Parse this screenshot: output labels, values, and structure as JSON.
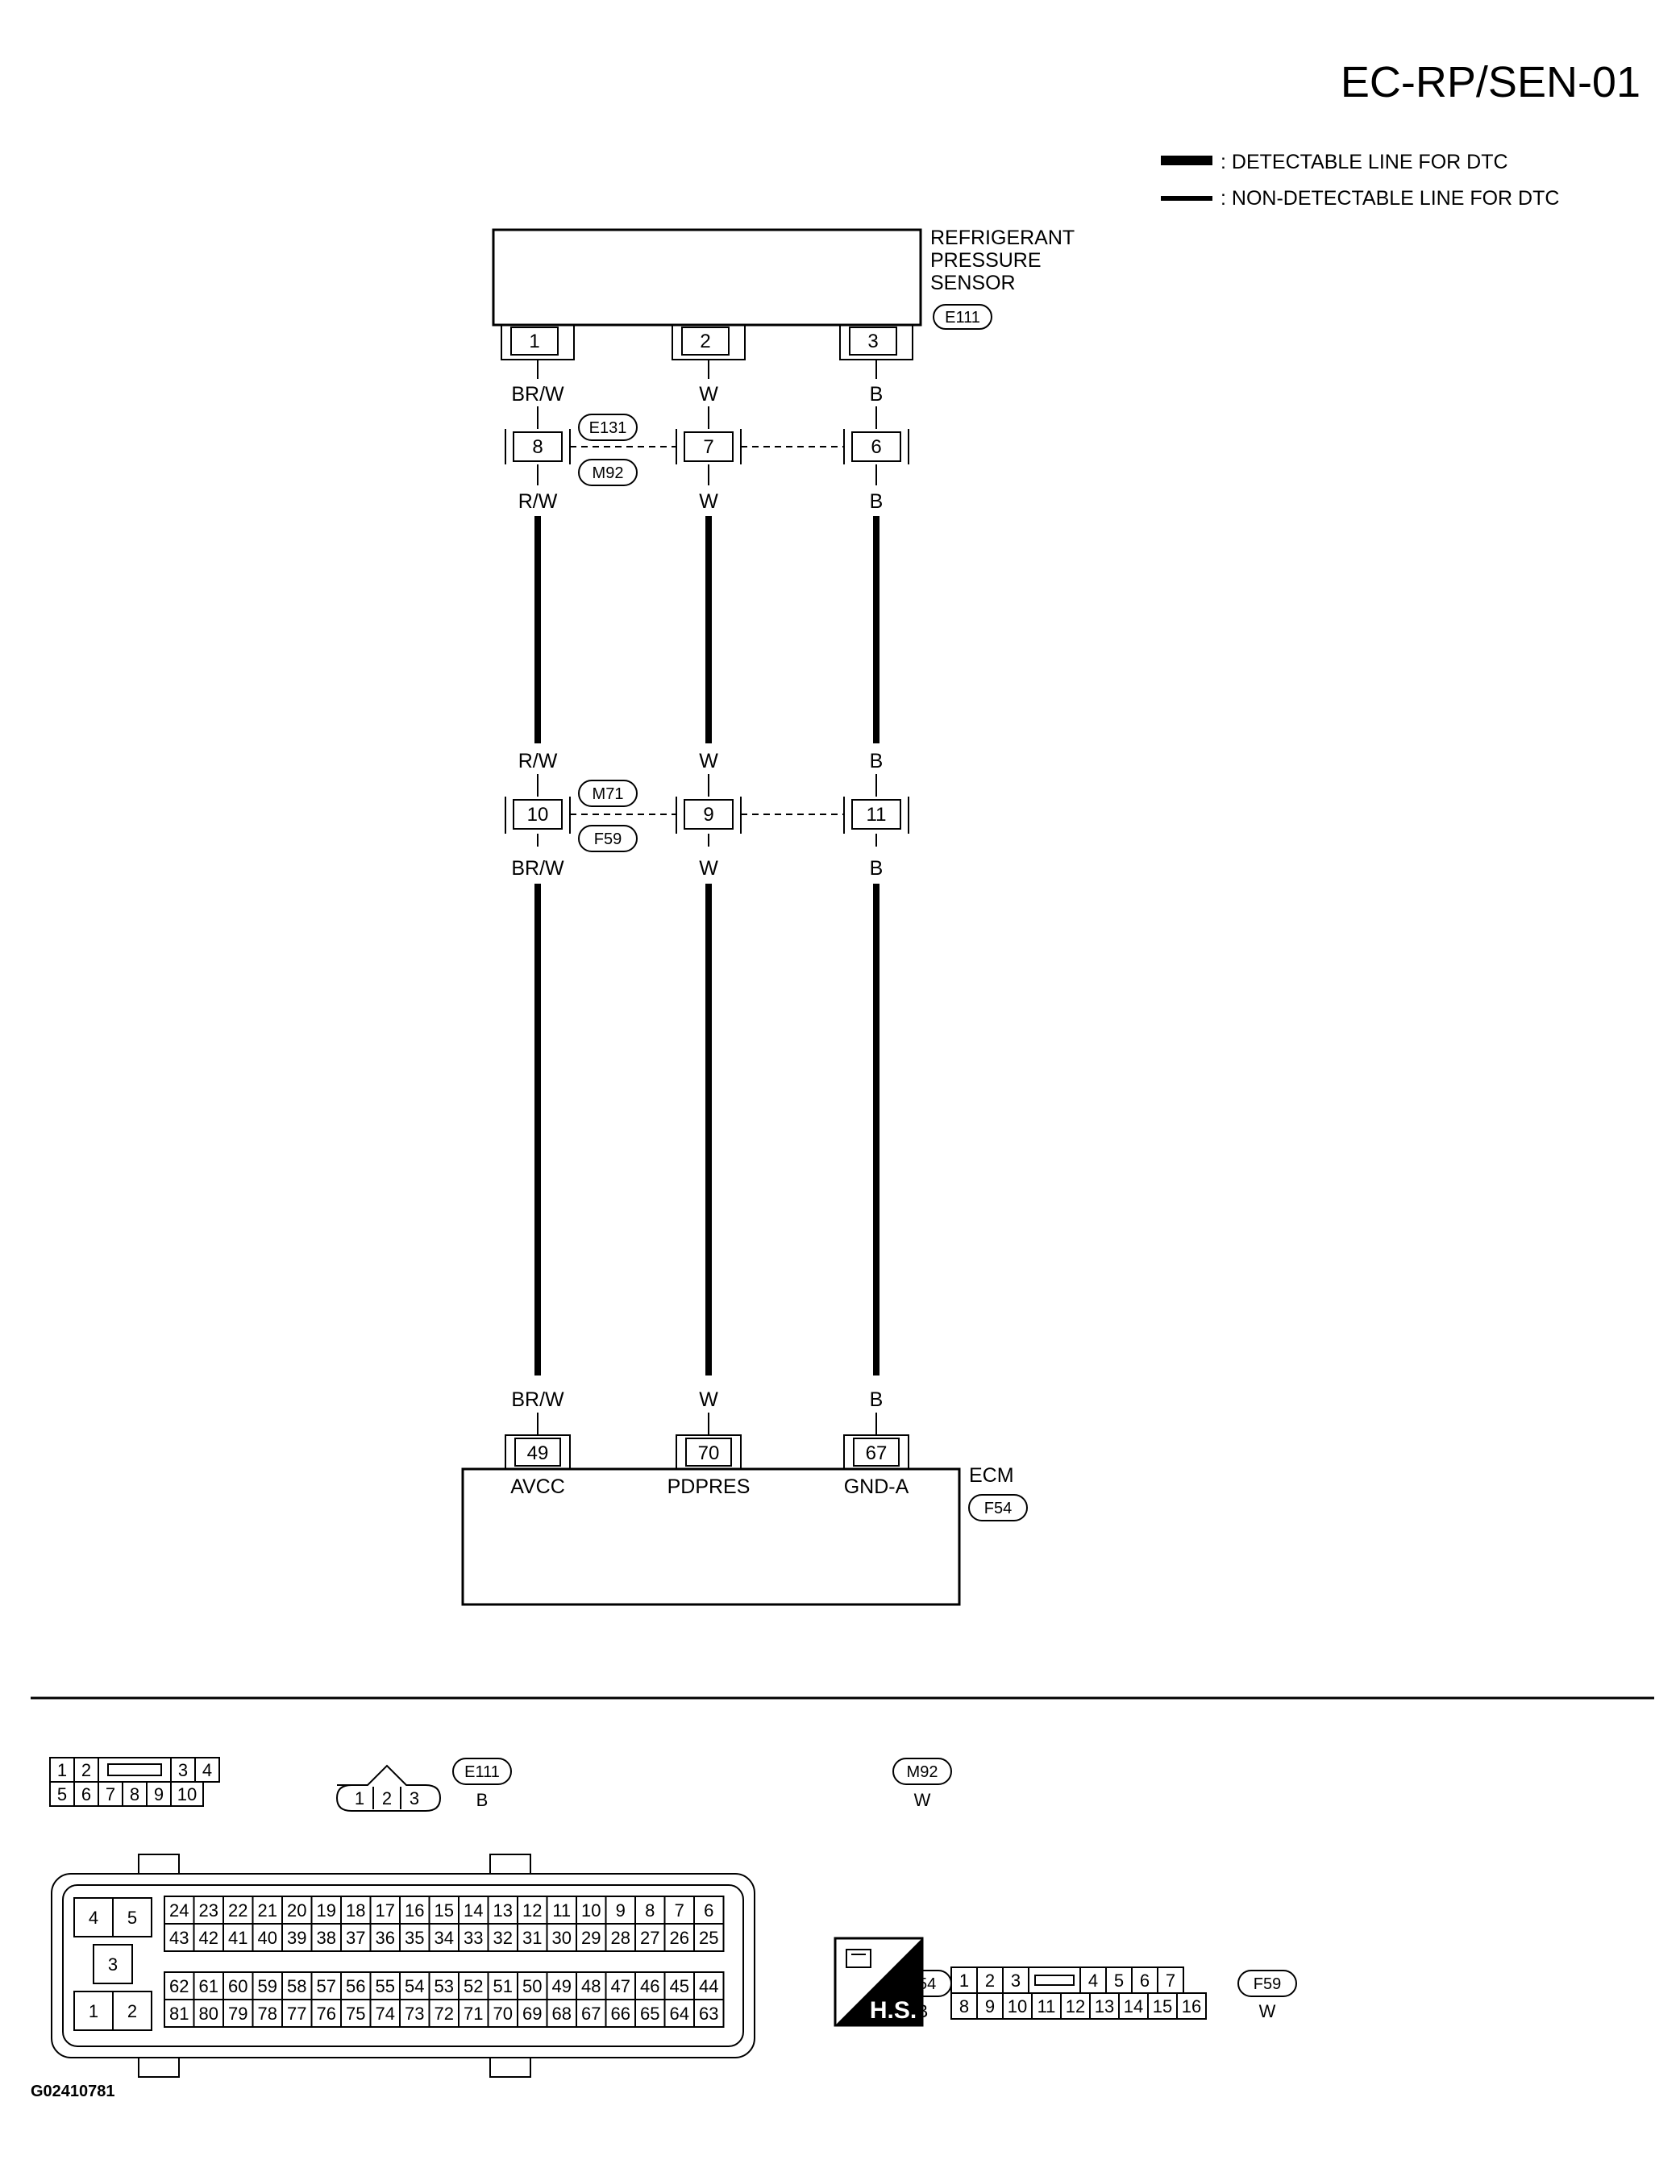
{
  "diagram_code": "EC-RP/SEN-01",
  "legend": {
    "detectable": ": DETECTABLE LINE FOR DTC",
    "non_detectable": ": NON-DETECTABLE LINE FOR DTC"
  },
  "sensor": {
    "name_line1": "REFRIGERANT",
    "name_line2": "PRESSURE",
    "name_line3": "SENSOR",
    "connector": "E111",
    "pins": [
      "1",
      "2",
      "3"
    ]
  },
  "wires": {
    "top_colors": [
      "BR/W",
      "W",
      "B"
    ],
    "upper_mid_colors": [
      "R/W",
      "W",
      "B"
    ],
    "lower_mid_colors": [
      "R/W",
      "W",
      "B"
    ],
    "below_junction2_colors": [
      "BR/W",
      "W",
      "B"
    ],
    "bottom_colors": [
      "BR/W",
      "W",
      "B"
    ]
  },
  "junction1": {
    "connector_a": "E131",
    "connector_b": "M92",
    "pins": [
      "8",
      "7",
      "6"
    ]
  },
  "junction2": {
    "connector_a": "M71",
    "connector_b": "F59",
    "pins": [
      "10",
      "9",
      "11"
    ]
  },
  "ecm": {
    "name": "ECM",
    "connector": "F54",
    "pins": [
      "49",
      "70",
      "67"
    ],
    "signals": [
      "AVCC",
      "PDPRES",
      "GND-A"
    ]
  },
  "connector_views": {
    "m92": {
      "id": "M92",
      "color": "W",
      "row1": [
        "1",
        "2",
        "",
        "3",
        "4"
      ],
      "row2": [
        "5",
        "6",
        "7",
        "8",
        "9",
        "10"
      ]
    },
    "e111": {
      "id": "E111",
      "color": "B",
      "pins": [
        "1",
        "2",
        "3"
      ]
    },
    "f54": {
      "id": "F54",
      "color": "B",
      "block_pins": [
        "4",
        "5",
        "3",
        "1",
        "2"
      ],
      "row1": [
        "24",
        "23",
        "22",
        "21",
        "20",
        "19",
        "18",
        "17",
        "16",
        "15",
        "14",
        "13",
        "12",
        "11",
        "10",
        "9",
        "8",
        "7",
        "6"
      ],
      "row2": [
        "43",
        "42",
        "41",
        "40",
        "39",
        "38",
        "37",
        "36",
        "35",
        "34",
        "33",
        "32",
        "31",
        "30",
        "29",
        "28",
        "27",
        "26",
        "25"
      ],
      "row3": [
        "62",
        "61",
        "60",
        "59",
        "58",
        "57",
        "56",
        "55",
        "54",
        "53",
        "52",
        "51",
        "50",
        "49",
        "48",
        "47",
        "46",
        "45",
        "44"
      ],
      "row4": [
        "81",
        "80",
        "79",
        "78",
        "77",
        "76",
        "75",
        "74",
        "73",
        "72",
        "71",
        "70",
        "69",
        "68",
        "67",
        "66",
        "65",
        "64",
        "63"
      ]
    },
    "hs_label": "H.S.",
    "f59": {
      "id": "F59",
      "color": "W",
      "row1": [
        "1",
        "2",
        "3",
        "4",
        "5",
        "6",
        "7"
      ],
      "row2": [
        "8",
        "9",
        "10",
        "11",
        "12",
        "13",
        "14",
        "15",
        "16"
      ]
    }
  },
  "figure_code": "G02410781"
}
